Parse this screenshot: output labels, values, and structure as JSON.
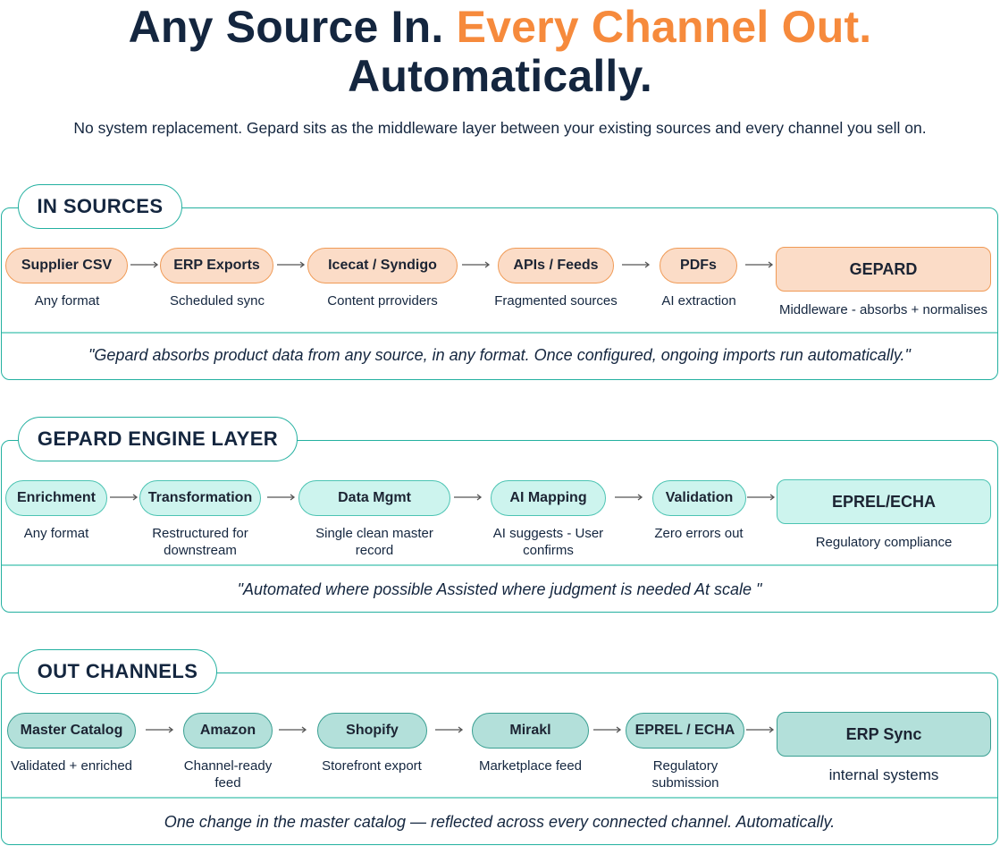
{
  "header": {
    "title_part1": "Any Source In.",
    "title_accent": "Every Channel Out.",
    "title_line2": "Automatically.",
    "subtitle": "No system replacement. Gepard sits as the middleware layer between your existing sources and every channel you sell on.",
    "accent_color": "#f68a3c",
    "text_color": "#14263f"
  },
  "sections": [
    {
      "label": "IN SOURCES",
      "nodes": [
        {
          "label": "Supplier CSV",
          "desc": "Any format"
        },
        {
          "label": "ERP Exports",
          "desc": "Scheduled sync"
        },
        {
          "label": "Icecat / Syndigo",
          "desc": "Content prroviders"
        },
        {
          "label": "APIs / Feeds",
          "desc": "Fragmented sources"
        },
        {
          "label": "PDFs",
          "desc": "AI extraction"
        },
        {
          "label": "GEPARD",
          "desc": "Middleware - absorbs + normalises"
        }
      ],
      "quote": "\"Gepard absorbs product data from any source, in any format. Once configured, ongoing imports run automatically.\"",
      "node_color": "#fbdcc7"
    },
    {
      "label": "GEPARD ENGINE LAYER",
      "nodes": [
        {
          "label": "Enrichment",
          "desc": "Any format"
        },
        {
          "label": "Transformation",
          "desc": "Restructured for downstream"
        },
        {
          "label": "Data Mgmt",
          "desc": "Single clean master record"
        },
        {
          "label": "AI Mapping",
          "desc": "AI suggests - User confirms"
        },
        {
          "label": "Validation",
          "desc": "Zero errors out"
        },
        {
          "label": "EPREL/ECHA",
          "desc": "Regulatory compliance"
        }
      ],
      "quote": "\"Automated where possible Assisted where judgment is needed At scale \"",
      "node_color": "#cdf4ee"
    },
    {
      "label": "OUT CHANNELS",
      "nodes": [
        {
          "label": "Master Catalog",
          "desc": "Validated + enriched"
        },
        {
          "label": "Amazon",
          "desc": "Channel-ready feed"
        },
        {
          "label": "Shopify",
          "desc": "Storefront export"
        },
        {
          "label": "Mirakl",
          "desc": "Marketplace feed"
        },
        {
          "label": "EPREL / ECHA",
          "desc": "Regulatory submission"
        },
        {
          "label": "ERP Sync",
          "desc": "internal systems"
        }
      ],
      "quote": "One change in the master catalog — reflected across every connected channel. Automatically.",
      "node_color": "#b3e0da"
    }
  ]
}
